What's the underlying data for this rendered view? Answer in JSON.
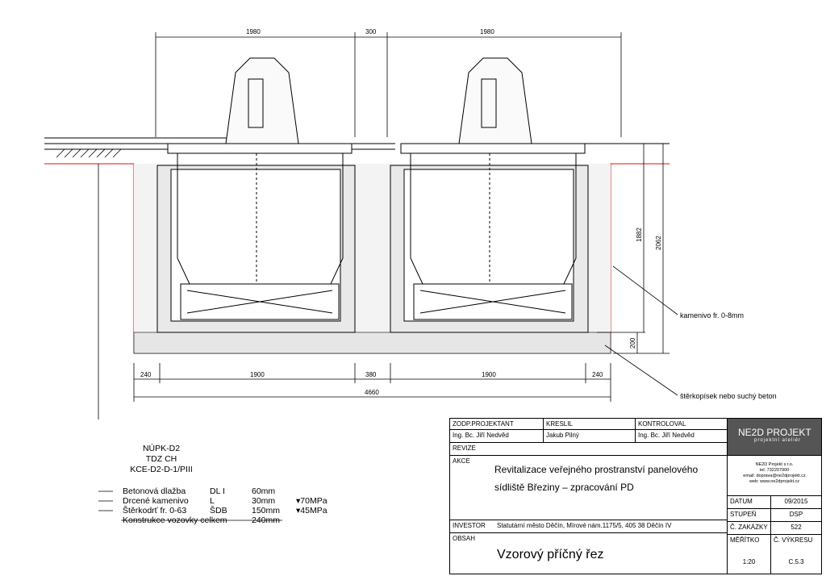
{
  "dimensions": {
    "top": [
      "1980",
      "300",
      "1980"
    ],
    "bottom_row1": [
      "240",
      "1900",
      "380",
      "1900",
      "240"
    ],
    "bottom_total": "4660",
    "right_vertical": [
      "1882",
      "2062",
      "200"
    ]
  },
  "callouts": {
    "kamenivo": "kamenivo fr. 0-8mm",
    "sterkopisek": "štěrkopísek nebo suchý beton"
  },
  "road_spec": {
    "title_lines": [
      "NÚPK-D2",
      "TDZ CH",
      "KCE-D2-D-1/PIII"
    ],
    "layers": [
      {
        "name": "Betonová dlažba",
        "code": "DL I",
        "thickness": "60mm",
        "extra": ""
      },
      {
        "name": "Drcené kamenivo",
        "code": "L",
        "thickness": "30mm",
        "extra": "▾70MPa"
      },
      {
        "name": "Štěrkodrť fr. 0-63",
        "code": "ŠDB",
        "thickness": "150mm",
        "extra": "▾45MPa"
      },
      {
        "name": "Konstrukce vozovky celkem",
        "code": "",
        "thickness": "240mm",
        "extra": ""
      }
    ]
  },
  "title_block": {
    "zodp_label": "ZODP.PROJEKTANT",
    "kreslil_label": "KRESLIL",
    "kontroloval_label": "KONTROLOVAL",
    "zodp_value": "Ing. Bc. Jiří Nedvěd",
    "kreslil_value": "Jakub Pilný",
    "kontroloval_value": "Ing. Bc. Jiří Nedvěd",
    "revize_label": "REVIZE",
    "akce_label": "AKCE",
    "akce_line1": "Revitalizace veřejného prostranství panelového",
    "akce_line2": "sídliště Březiny – zpracování PD",
    "investor_label": "INVESTOR",
    "investor_value": "Statutární město Děčín, Mírové nám.1175/5, 405 38 Děčín IV",
    "obsah_label": "OBSAH",
    "obsah_value": "Vzorový příčný řez",
    "logo_text": "NE2D PROJEKT",
    "logo_sub": "projektní ateliér",
    "company_lines": [
      "NE2D Projekt s.r.o.",
      "tel: 732207900",
      "email: doprava@ne2dprojekt.cz",
      "web: www.ne2dprojekt.cz"
    ],
    "datum_label": "DATUM",
    "datum_value": "09/2015",
    "stupen_label": "STUPEŇ",
    "stupen_value": "DSP",
    "zakazky_label": "Č. ZAKÁZKY",
    "zakazky_value": "522",
    "meritko_label": "MĚŘÍTKO",
    "meritko_value": "1:20",
    "vykresu_label": "Č. VÝKRESU",
    "vykresu_value": "C.5.3"
  }
}
